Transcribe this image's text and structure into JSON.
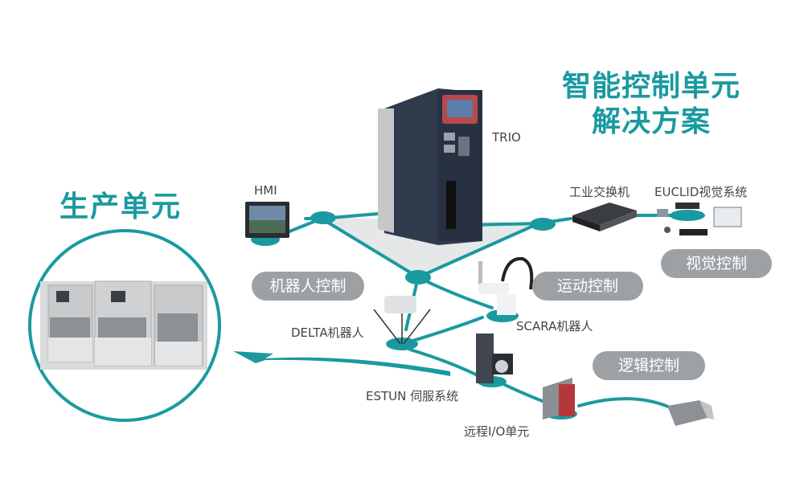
{
  "title": {
    "line1": "智能控制单元",
    "line2": "解决方案"
  },
  "production_unit": {
    "label": "生产单元",
    "image": "automated-production-line-photo"
  },
  "controller": {
    "label": "TRIO",
    "icon": "motion-controller-icon"
  },
  "devices": {
    "hmi": {
      "label": "HMI",
      "icon": "hmi-touchscreen-icon"
    },
    "switch": {
      "label": "工业交换机",
      "icon": "industrial-switch-icon"
    },
    "vision": {
      "label": "EUCLID视觉系统",
      "icon": "vision-system-icon"
    },
    "delta": {
      "label": "DELTA机器人",
      "icon": "delta-robot-icon"
    },
    "scara": {
      "label": "SCARA机器人",
      "icon": "scara-robot-icon"
    },
    "servo": {
      "label": "ESTUN 伺服系统",
      "icon": "servo-drive-icon"
    },
    "remote_io": {
      "label": "远程I/O单元",
      "icon": "remote-io-icon"
    },
    "connector": {
      "icon": "ethernet-connector-icon"
    }
  },
  "categories": {
    "robot_control": "机器人控制",
    "motion_control": "运动控制",
    "vision_control": "视觉控制",
    "logic_control": "逻辑控制"
  },
  "colors": {
    "accent": "#1a9aa0",
    "pill": "#9ea1a4",
    "platform": "#e6e7e8",
    "device_dark": "#2f3a4d"
  }
}
